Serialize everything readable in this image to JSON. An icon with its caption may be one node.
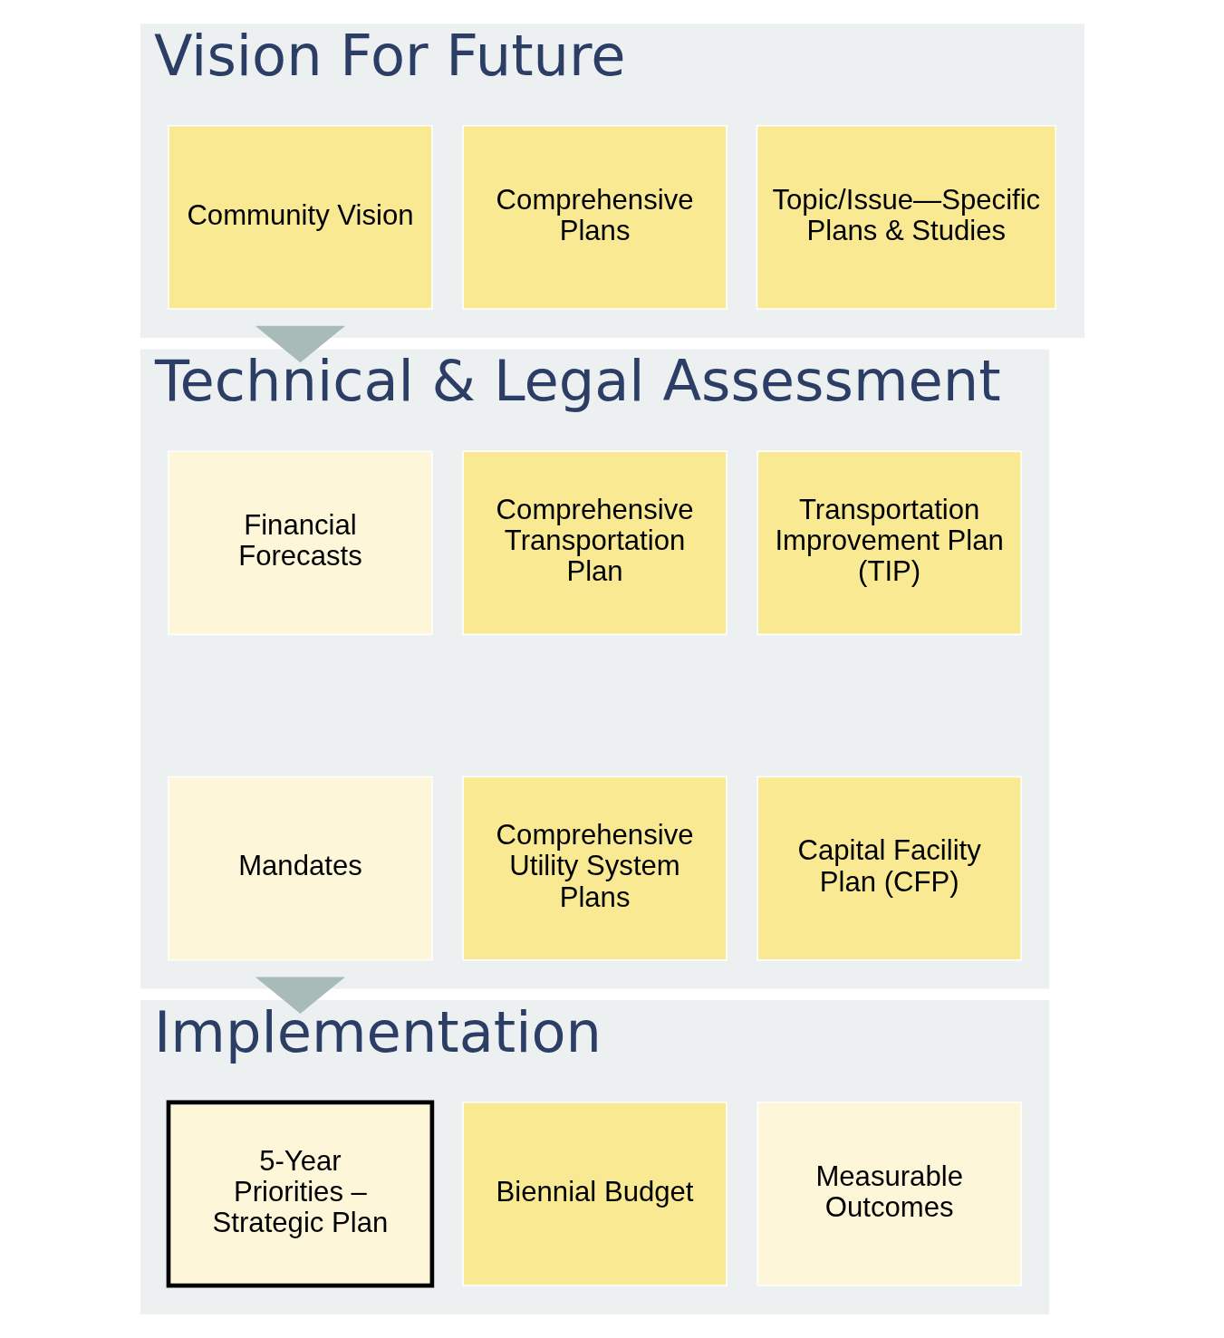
{
  "diagram": {
    "nodes": [
      {
        "text": [
          "Vision For Future"
        ]
      },
      {
        "text": [
          "Community Vision"
        ],
        "in": 0
      },
      {
        "text": [
          "Comprehensive Plans"
        ],
        "in": 0
      },
      {
        "text": [
          "Topic/Issue—Specific Plans & Studies"
        ],
        "in": 0
      },
      {
        "text": [
          "Technical & Legal Assessment"
        ]
      },
      {
        "text": [
          "Financial Forecasts"
        ],
        "in": 4
      },
      {
        "text": [
          "Comprehensive Transportation Plan"
        ],
        "in": 4
      },
      {
        "text": [
          "Transportation Improvement Plan (TIP)"
        ],
        "in": 4
      },
      {
        "text": [
          "Mandates"
        ],
        "in": 4
      },
      {
        "text": [
          "Comprehensive Utility System Plans"
        ],
        "in": 4
      },
      {
        "text": [
          "Capital Facility Plan (CFP)"
        ],
        "in": 4
      },
      {
        "text": [
          "Implementation"
        ]
      },
      {
        "text": [
          "5-Year Priorities – Strategic Plan"
        ],
        "in": 11
      },
      {
        "text": [
          "Biennial Budget"
        ],
        "in": 11
      },
      {
        "text": [
          "Measurable Outcomes"
        ],
        "in": 11
      }
    ],
    "edges": [
      {
        "from": 0,
        "to": 4,
        "arrow": "to",
        "style": "thick"
      },
      {
        "from": 4,
        "to": 11,
        "arrow": "to",
        "style": "thick"
      }
    ]
  }
}
